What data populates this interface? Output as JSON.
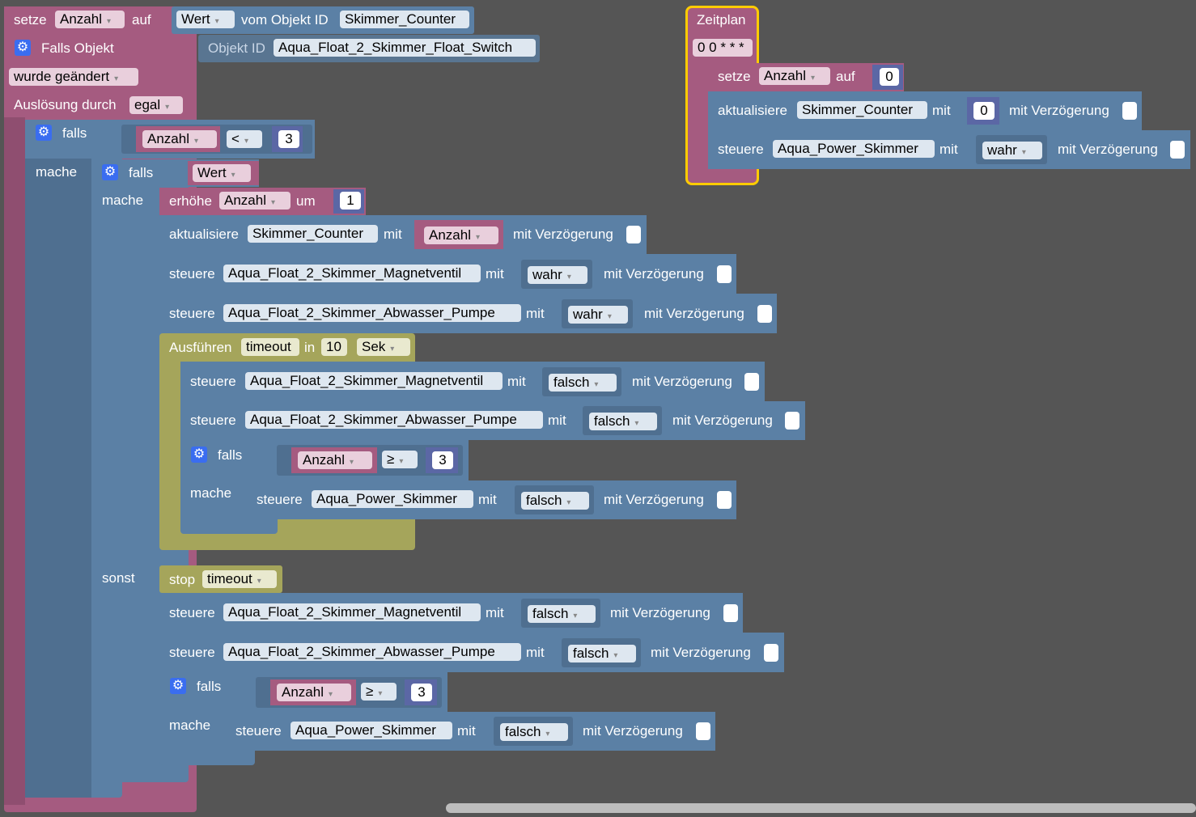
{
  "head": {
    "setze": "setze",
    "var": "Anzahl",
    "auf": "auf",
    "wert_dd": "Wert",
    "vom": "vom Objekt ID",
    "counter": "Skimmer_Counter",
    "falls_objekt": "Falls Objekt",
    "objekt_id": "Objekt ID",
    "float_switch": "Aqua_Float_2_Skimmer_Float_Switch",
    "changed": "wurde geändert",
    "trigger": "Auslösung durch",
    "trigger_val": "egal"
  },
  "if1": {
    "falls": "falls",
    "var": "Anzahl",
    "op": "<",
    "num": "3",
    "mache": "mache"
  },
  "if2": {
    "falls": "falls",
    "wert": "Wert",
    "mache": "mache",
    "sonst": "sonst"
  },
  "inc": {
    "erhoehe": "erhöhe",
    "var": "Anzahl",
    "um": "um",
    "num": "1"
  },
  "upd1": {
    "aktualisiere": "aktualisiere",
    "obj": "Skimmer_Counter",
    "mit": "mit",
    "val": "Anzahl",
    "delay": "mit Verzögerung"
  },
  "ctl1": {
    "steuere": "steuere",
    "obj": "Aqua_Float_2_Skimmer_Magnetventil",
    "mit": "mit",
    "val": "wahr",
    "delay": "mit Verzögerung"
  },
  "ctl2": {
    "steuere": "steuere",
    "obj": "Aqua_Float_2_Skimmer_Abwasser_Pumpe",
    "mit": "mit",
    "val": "wahr",
    "delay": "mit Verzögerung"
  },
  "tmo": {
    "ausfuehren": "Ausführen",
    "name": "timeout",
    "in": "in",
    "num": "10",
    "unit": "Sek"
  },
  "ctl3": {
    "steuere": "steuere",
    "obj": "Aqua_Float_2_Skimmer_Magnetventil",
    "mit": "mit",
    "val": "falsch",
    "delay": "mit Verzögerung"
  },
  "ctl4": {
    "steuere": "steuere",
    "obj": "Aqua_Float_2_Skimmer_Abwasser_Pumpe",
    "mit": "mit",
    "val": "falsch",
    "delay": "mit Verzögerung"
  },
  "if3": {
    "falls": "falls",
    "var": "Anzahl",
    "op": "≥",
    "num": "3",
    "mache": "mache"
  },
  "ctl5": {
    "steuere": "steuere",
    "obj": "Aqua_Power_Skimmer",
    "mit": "mit",
    "val": "falsch",
    "delay": "mit Verzögerung"
  },
  "stop": {
    "stop": "stop",
    "name": "timeout"
  },
  "ctl6": {
    "steuere": "steuere",
    "obj": "Aqua_Float_2_Skimmer_Magnetventil",
    "mit": "mit",
    "val": "falsch",
    "delay": "mit Verzögerung"
  },
  "ctl7": {
    "steuere": "steuere",
    "obj": "Aqua_Float_2_Skimmer_Abwasser_Pumpe",
    "mit": "mit",
    "val": "falsch",
    "delay": "mit Verzögerung"
  },
  "if4": {
    "falls": "falls",
    "var": "Anzahl",
    "op": "≥",
    "num": "3",
    "mache": "mache"
  },
  "ctl8": {
    "steuere": "steuere",
    "obj": "Aqua_Power_Skimmer",
    "mit": "mit",
    "val": "falsch",
    "delay": "mit Verzögerung"
  },
  "sched": {
    "title": "Zeitplan",
    "cron": "0 0 * * *",
    "setze": "setze",
    "var": "Anzahl",
    "auf": "auf",
    "num": "0"
  },
  "supd": {
    "aktualisiere": "aktualisiere",
    "obj": "Skimmer_Counter",
    "mit": "mit",
    "num": "0",
    "delay": "mit Verzögerung"
  },
  "sctl": {
    "steuere": "steuere",
    "obj": "Aqua_Power_Skimmer",
    "mit": "mit",
    "val": "wahr",
    "delay": "mit Verzögerung"
  },
  "colors": {
    "event": "#a55b80",
    "logic": "#5b80a5",
    "timer": "#a5a55b",
    "number": "#5b67a5",
    "highlight": "#ffcc00",
    "workspace": "#555555"
  }
}
